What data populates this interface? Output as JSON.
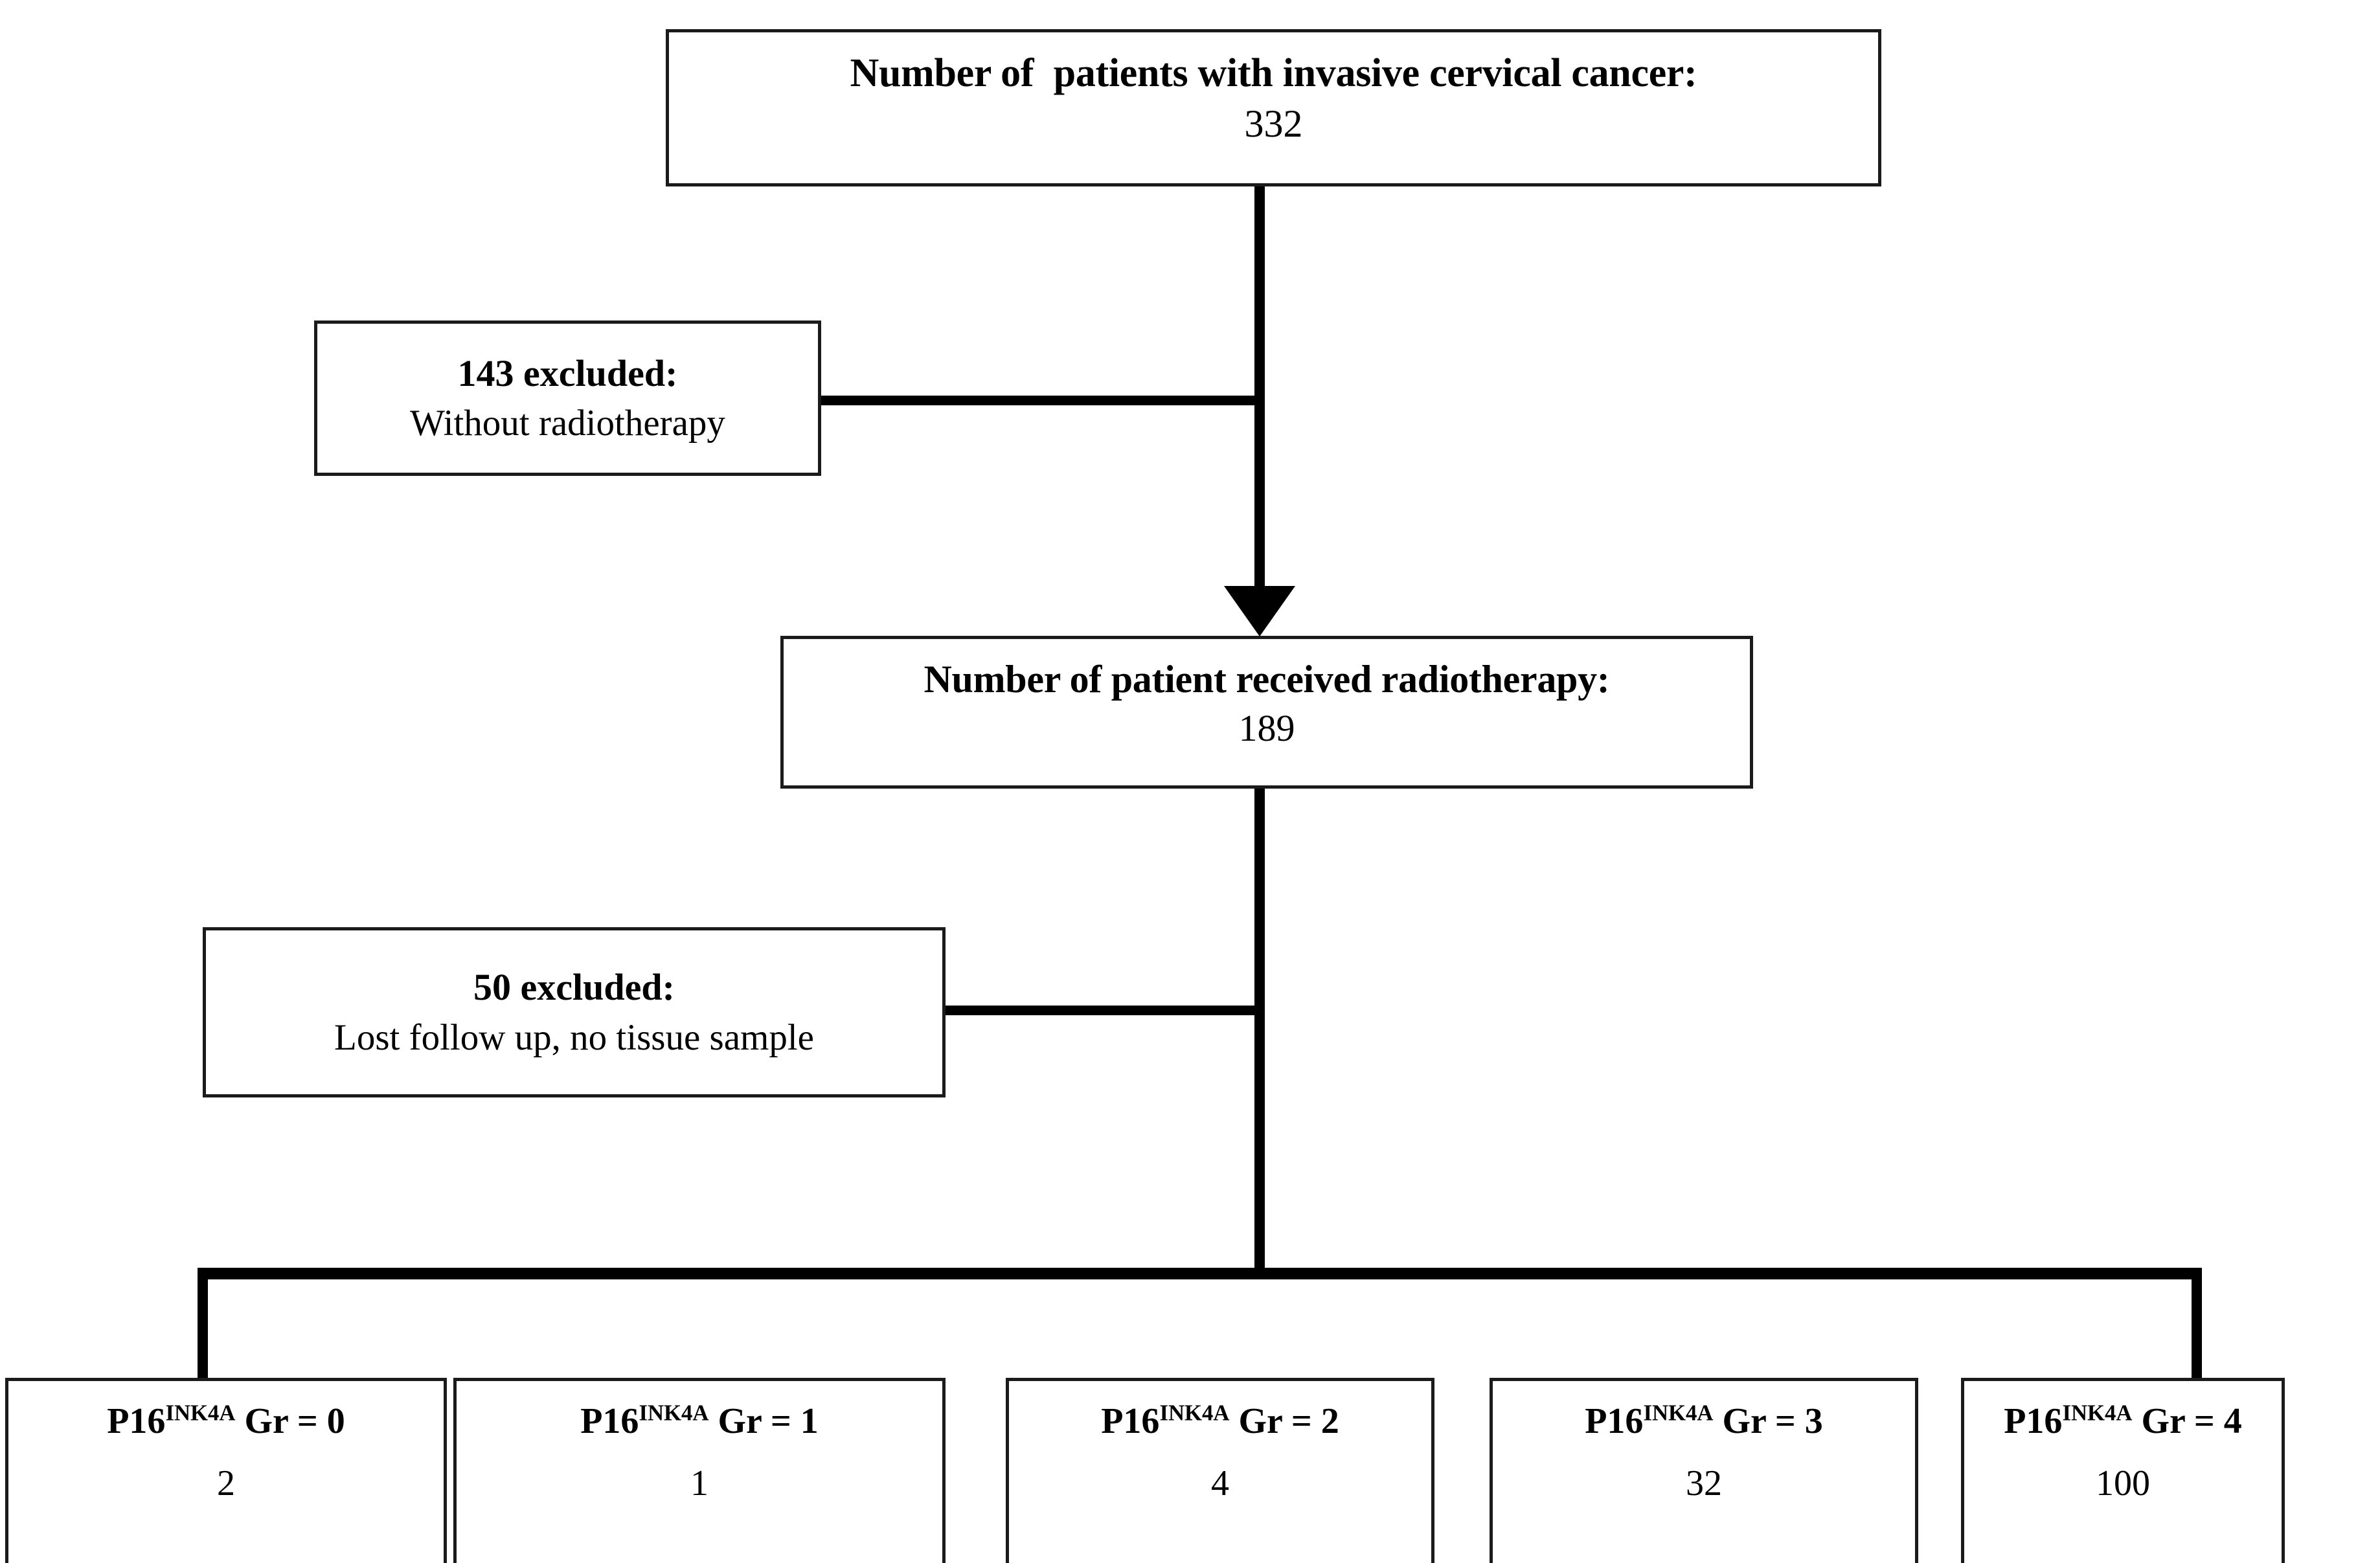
{
  "chart_data": {
    "type": "diagram",
    "title": "Patient flow diagram",
    "nodes": [
      {
        "id": "enrolled",
        "label": "Number of  patients with invasive cervical cancer:",
        "value": "332"
      },
      {
        "id": "excluded_1",
        "label": "143 excluded:",
        "detail": "Without radiotherapy",
        "value": "143"
      },
      {
        "id": "radiotherapy",
        "label": "Number of patient received radiotherapy:",
        "value": "189"
      },
      {
        "id": "excluded_2",
        "label": "50 excluded:",
        "detail": "Lost follow up, no tissue sample",
        "value": "50"
      },
      {
        "id": "grade_0",
        "label": "P16INK4A Gr = 0",
        "value": "2"
      },
      {
        "id": "grade_1",
        "label": "P16INK4A Gr = 1",
        "value": "1"
      },
      {
        "id": "grade_2",
        "label": "P16INK4A Gr = 2",
        "value": "4"
      },
      {
        "id": "grade_3",
        "label": "P16INK4A Gr = 3",
        "value": "32"
      },
      {
        "id": "grade_4",
        "label": "P16INK4A Gr = 4",
        "value": "100"
      }
    ],
    "edges": [
      {
        "from": "enrolled",
        "to": "excluded_1",
        "style": "side-branch"
      },
      {
        "from": "enrolled",
        "to": "radiotherapy",
        "style": "arrow"
      },
      {
        "from": "radiotherapy",
        "to": "excluded_2",
        "style": "side-branch"
      },
      {
        "from": "radiotherapy",
        "to": "grade_0",
        "style": "bracket"
      },
      {
        "from": "radiotherapy",
        "to": "grade_1",
        "style": "bracket"
      },
      {
        "from": "radiotherapy",
        "to": "grade_2",
        "style": "bracket"
      },
      {
        "from": "radiotherapy",
        "to": "grade_3",
        "style": "bracket"
      },
      {
        "from": "radiotherapy",
        "to": "grade_4",
        "style": "bracket"
      }
    ]
  },
  "colors": {
    "box_border": "#1b1b1b",
    "connector": "#000000",
    "background": "#ffffff",
    "text": "#000000"
  },
  "top_box": {
    "title": "Number of  patients with invasive cervical cancer:",
    "value": "332"
  },
  "excluded_first": {
    "title": "143 excluded:",
    "detail": "Without radiotherapy"
  },
  "middle_box": {
    "title": "Number of patient received radiotherapy:",
    "value": "189"
  },
  "excluded_second": {
    "title": "50 excluded:",
    "detail": "Lost follow up, no tissue sample"
  },
  "leaf_boxes": [
    {
      "marker": "P16",
      "superscript": "INK4A",
      "grade_text": " Gr = 0",
      "count": "2"
    },
    {
      "marker": "P16",
      "superscript": "INK4A",
      "grade_text": " Gr = 1",
      "count": "1"
    },
    {
      "marker": "P16",
      "superscript": "INK4A",
      "grade_text": " Gr = 2",
      "count": "4"
    },
    {
      "marker": "P16",
      "superscript": "INK4A",
      "grade_text": " Gr = 3",
      "count": "32"
    },
    {
      "marker": "P16",
      "superscript": "INK4A",
      "grade_text": " Gr = 4",
      "count": "100"
    }
  ]
}
